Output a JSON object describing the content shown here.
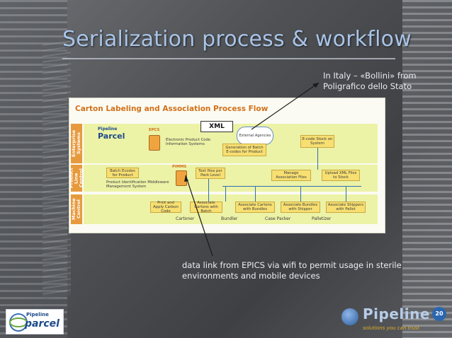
{
  "slide": {
    "title": "Serialization process & workflow",
    "note_top": "In Italy – «Bollini» from Poligrafico dello Stato",
    "note_bottom": "data link from EPICS via wifi to permit usage in sterile environments and mobile devices"
  },
  "diagram": {
    "title": "Carton Labeling and Association Process Flow",
    "lanes": [
      "Enterprise Systems",
      "Product Line Control",
      "Machine Control"
    ],
    "xml": "XML",
    "external": "External Agencies",
    "epcs_label": "EPCS",
    "pimms_label": "PIMMS",
    "parcel_logo": "Parcel",
    "pipeline_small": "Pipeline",
    "enterprise": {
      "electronic_product": "Electronic Product Code Information Systems",
      "generation": "Generation of Batch E-codes for Product",
      "ecode_stock": "E-code Stock on System"
    },
    "line": {
      "batch_ecodes": "Batch Ecodes for Product",
      "product_id": "Product Identification Middleware Management System",
      "text_files": "Text files per Pack Level",
      "manage_assoc": "Manage Association Files",
      "upload_xml": "Upload XML Files to Stock"
    },
    "machine": {
      "print_apply": "Print and Apply Carbon Code",
      "assoc_cartons_batch": "Associate Cartons with Batch",
      "assoc_cartons_bundles": "Associate Cartons with Bundles",
      "assoc_bundles_shipper": "Associate Bundles with Shipper",
      "assoc_shippers_pallet": "Associate Shippers with Pallet"
    },
    "stations": [
      "Cartoner",
      "Bundler",
      "Case Packer",
      "Palletizer"
    ]
  },
  "footer": {
    "left_logo_top": "Pipeline",
    "left_logo_main": "parcel",
    "right_logo_name": "Pipeline",
    "right_logo_tag": "solutions you can trust",
    "right_badge": "20"
  },
  "colors": {
    "title": "#a9c4e6",
    "lane_fill": "#ecf2a6",
    "lane_label": "#e79a3d",
    "box_fill": "#f7df72",
    "arrow": "#2f6fb3"
  }
}
